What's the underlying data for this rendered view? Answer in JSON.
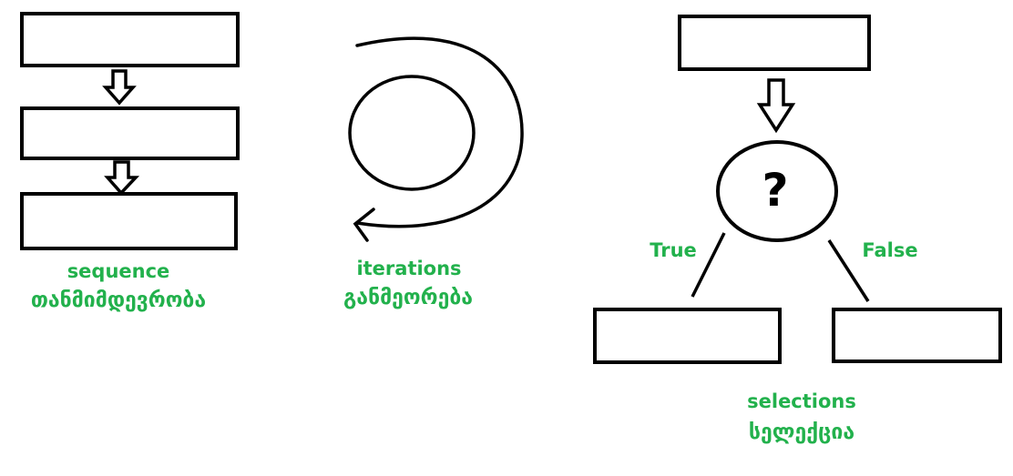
{
  "colors": {
    "stroke": "#000000",
    "label": "#22b14c",
    "background": "#ffffff"
  },
  "sequence": {
    "label_en": "sequence",
    "label_ka": "თანმიმდევრობა"
  },
  "iteration": {
    "label_en": "iterations",
    "label_ka": "განმეორება"
  },
  "selection": {
    "question": "?",
    "true_label": "True",
    "false_label": "False",
    "label_en": "selections",
    "label_ka": "სელექცია"
  }
}
